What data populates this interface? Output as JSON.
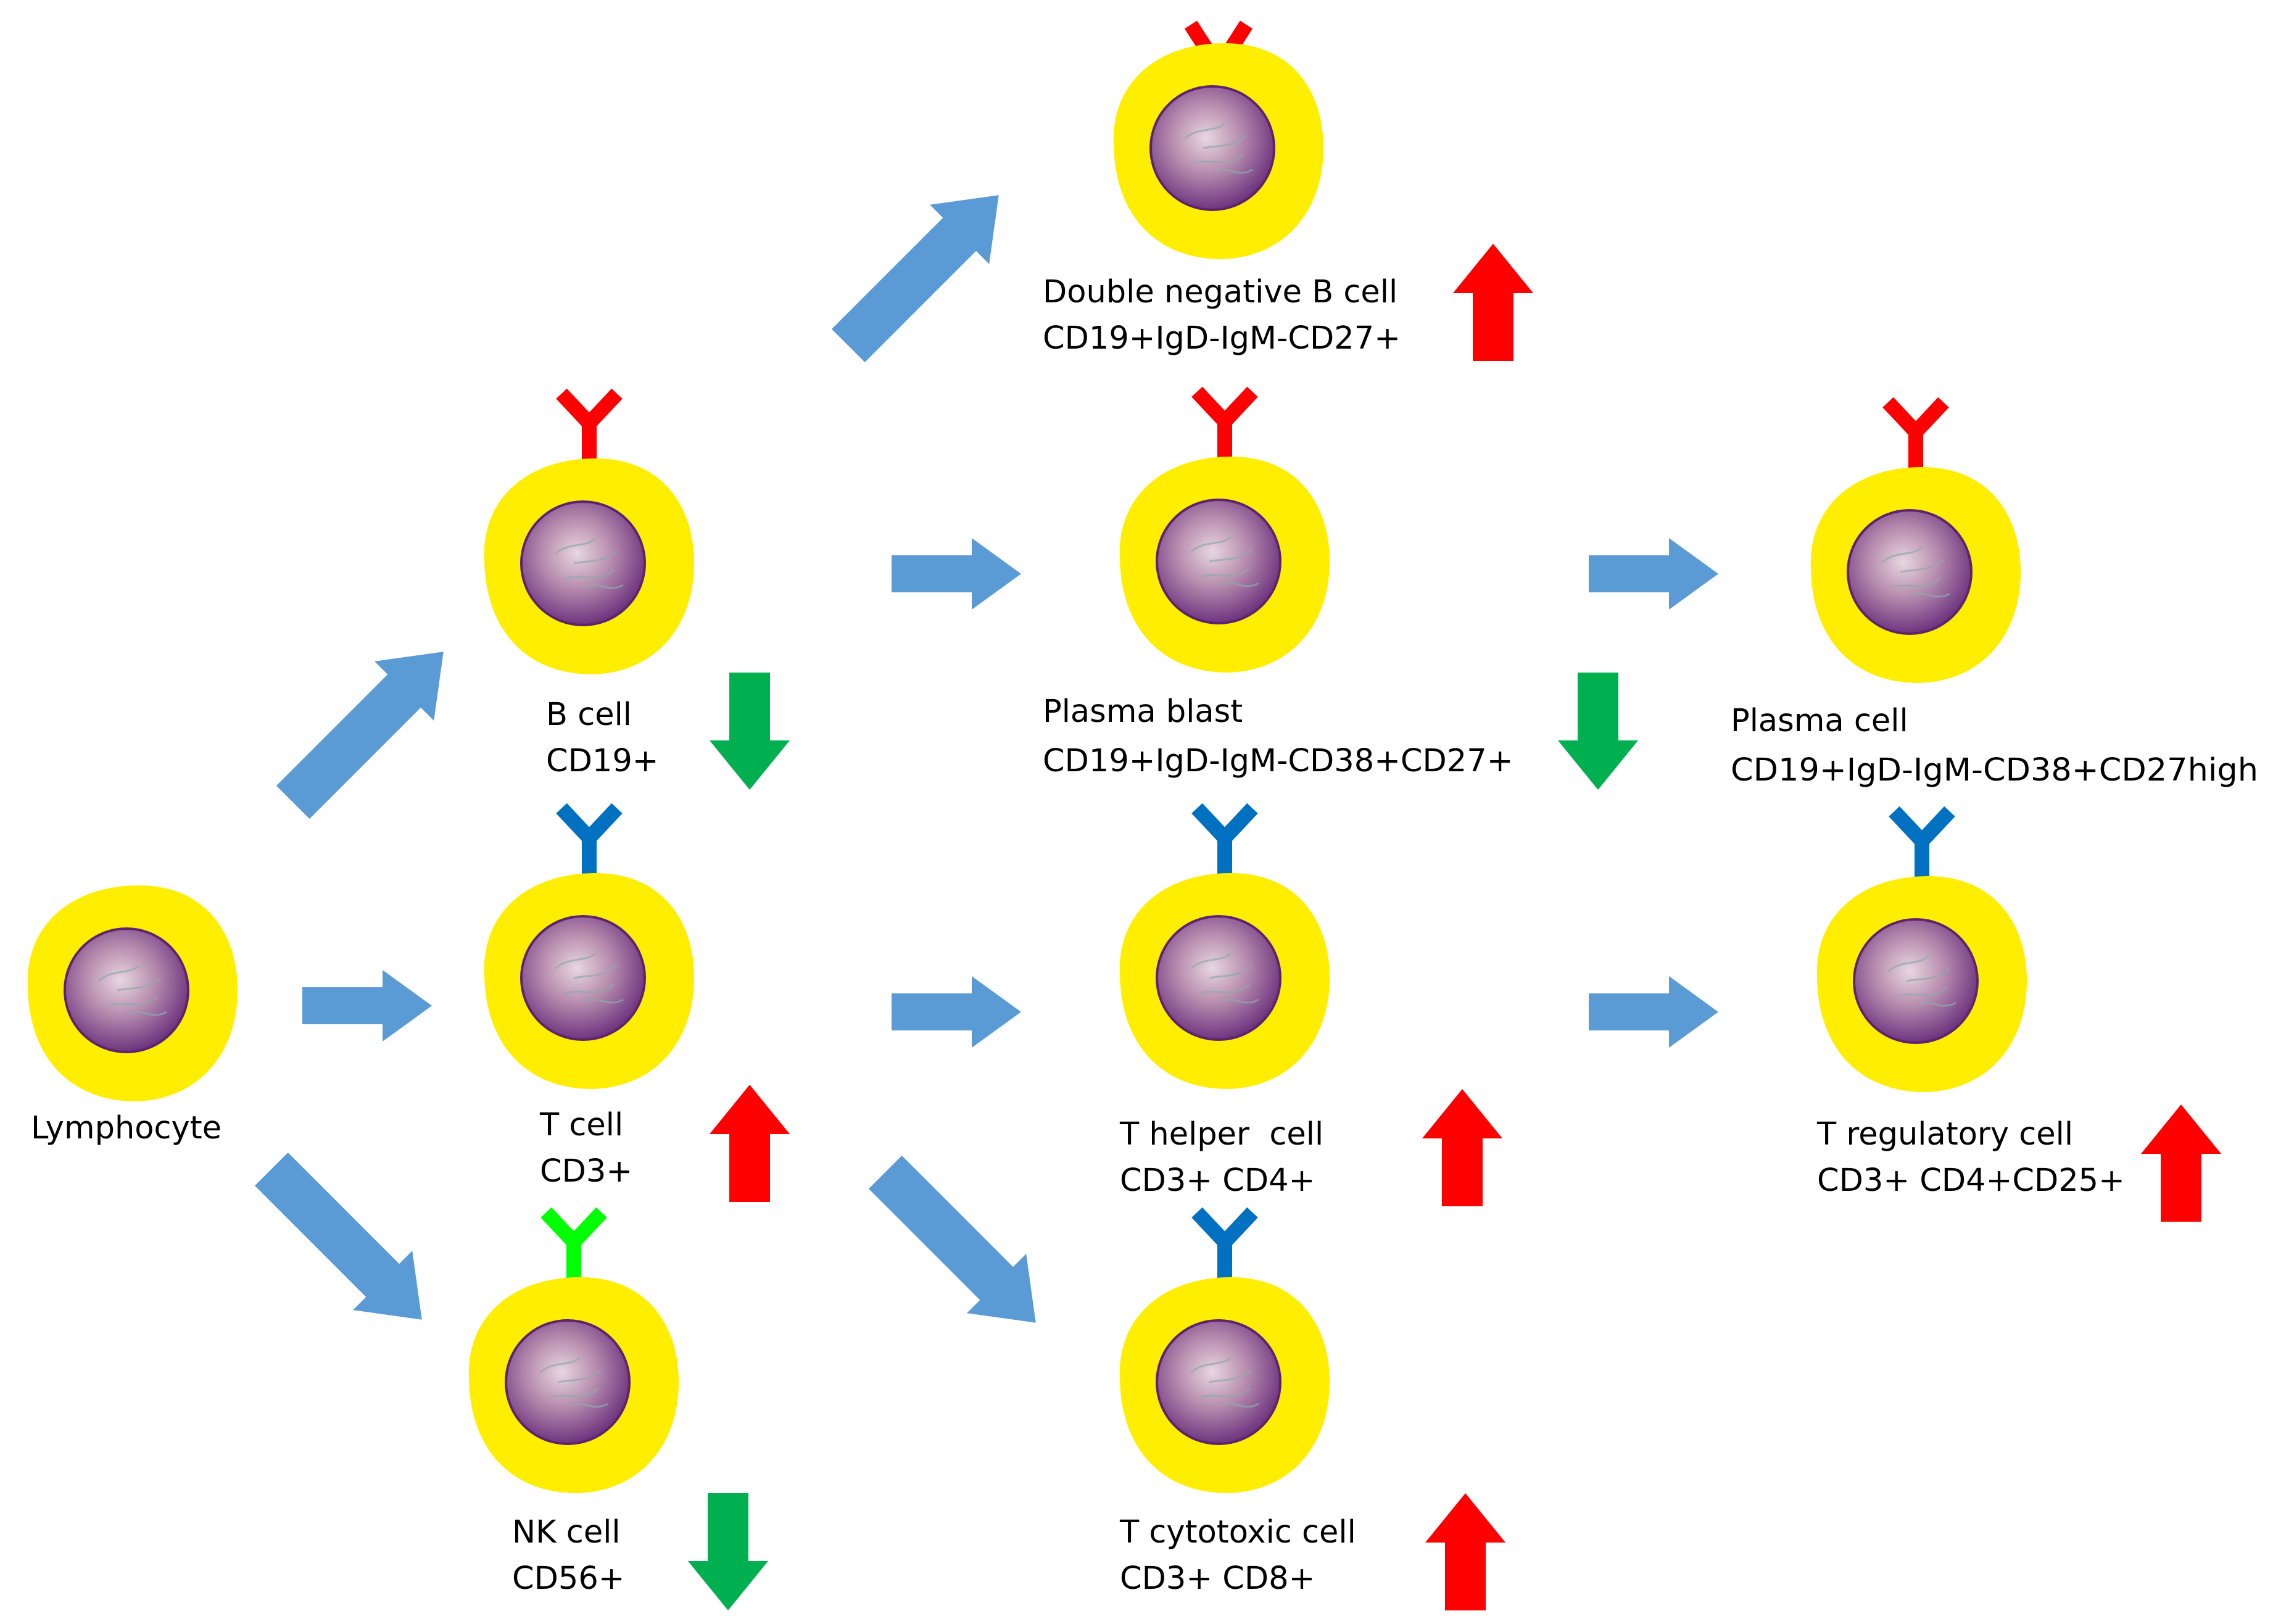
{
  "colors": {
    "cell_body": "#ffee00",
    "nucleus": "#7d3f8f",
    "flow_arrow": "#5b9bd5",
    "increase_arrow": "#ff0000",
    "decrease_arrow": "#00b050",
    "receptor_b_cell": "#ff0000",
    "receptor_t_cell": "#0070c0",
    "receptor_nk_cell": "#00ff00"
  },
  "cells": [
    {
      "id": "lymphocyte",
      "receptor": "none",
      "change": "none",
      "lines": [
        "Lymphocyte"
      ]
    },
    {
      "id": "b-cell",
      "receptor": "red",
      "change": "decrease",
      "lines": [
        "B cell",
        "CD19+"
      ]
    },
    {
      "id": "t-cell",
      "receptor": "blue",
      "change": "increase",
      "lines": [
        "T cell",
        "CD3+"
      ]
    },
    {
      "id": "nk-cell",
      "receptor": "green",
      "change": "decrease",
      "lines": [
        "NK cell",
        "CD56+"
      ]
    },
    {
      "id": "double-negative-b-cell",
      "receptor": "red",
      "change": "increase",
      "lines": [
        "Double negative B cell",
        "CD19+IgD-IgM-CD27+"
      ]
    },
    {
      "id": "plasma-blast",
      "receptor": "red",
      "change": "decrease",
      "lines": [
        "Plasma blast",
        "CD19+IgD-IgM-CD38+CD27+"
      ]
    },
    {
      "id": "plasma-cell",
      "receptor": "red",
      "change": "none",
      "lines": [
        "Plasma cell",
        "CD19+IgD-IgM-CD38+CD27high"
      ]
    },
    {
      "id": "t-helper-cell",
      "receptor": "blue",
      "change": "increase",
      "lines": [
        "T helper  cell",
        "CD3+ CD4+"
      ]
    },
    {
      "id": "t-cytotoxic-cell",
      "receptor": "blue",
      "change": "increase",
      "lines": [
        "T cytotoxic cell",
        "CD3+ CD8+"
      ]
    },
    {
      "id": "t-regulatory-cell",
      "receptor": "blue",
      "change": "increase",
      "lines": [
        "T regulatory cell",
        "CD3+ CD4+CD25+"
      ]
    }
  ],
  "flows": [
    {
      "from": "lymphocyte",
      "to": "b-cell"
    },
    {
      "from": "lymphocyte",
      "to": "t-cell"
    },
    {
      "from": "lymphocyte",
      "to": "nk-cell"
    },
    {
      "from": "b-cell",
      "to": "double-negative-b-cell"
    },
    {
      "from": "b-cell",
      "to": "plasma-blast"
    },
    {
      "from": "plasma-blast",
      "to": "plasma-cell"
    },
    {
      "from": "t-cell",
      "to": "t-helper-cell"
    },
    {
      "from": "t-cell",
      "to": "t-cytotoxic-cell"
    },
    {
      "from": "t-helper-cell",
      "to": "t-regulatory-cell"
    }
  ]
}
